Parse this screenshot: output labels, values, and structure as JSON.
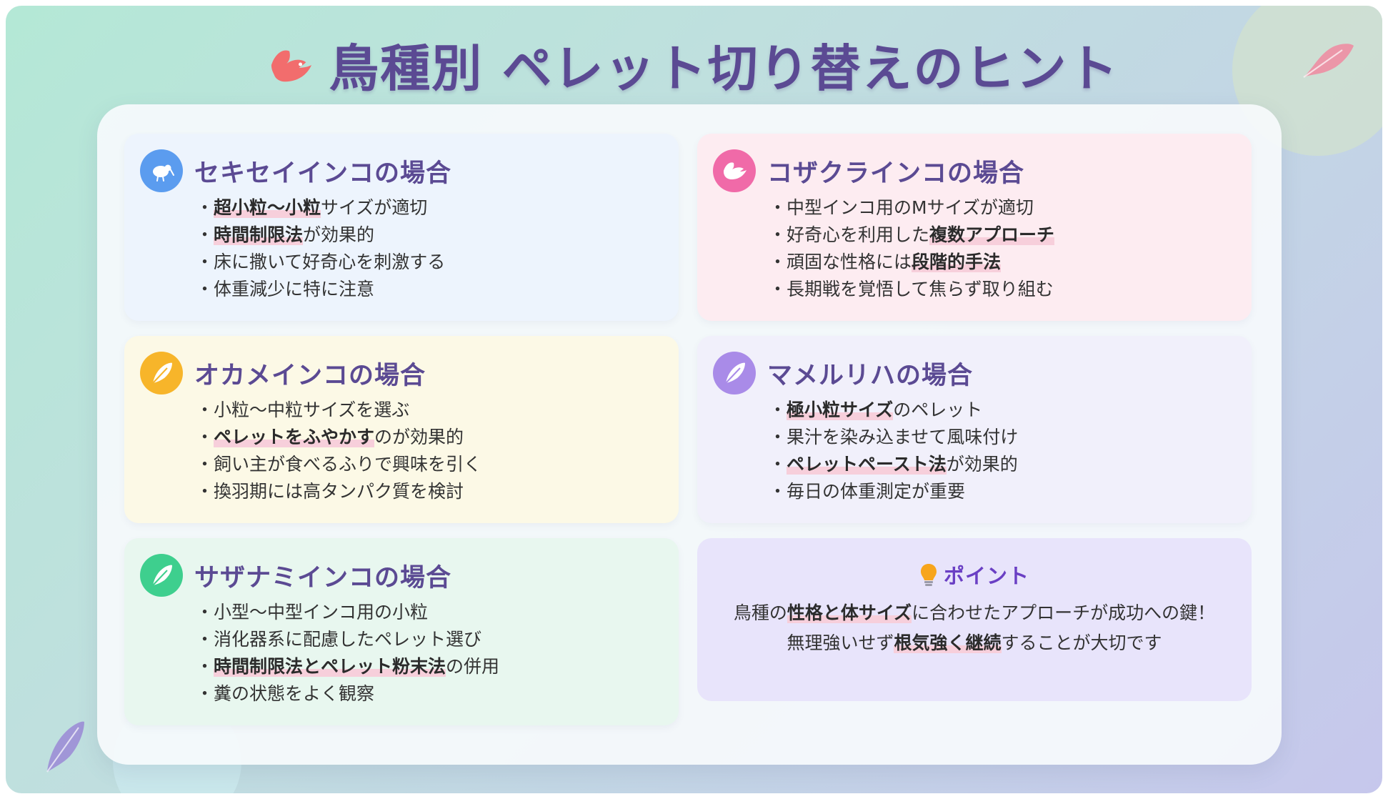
{
  "title": "鳥種別 ペレット切り替えのヒント",
  "title_icon": "dove-icon",
  "colors": {
    "title": "#5b4a93",
    "highlight": "#f7cfdb",
    "point_title": "#6a3fc4"
  },
  "cards": [
    {
      "title": "セキセイインコの場合",
      "icon": "kiwi-bird-icon",
      "icon_color": "#5b9cef",
      "items": [
        {
          "hl": "超小粒〜小粒",
          "rest": "サイズが適切"
        },
        {
          "hl": "時間制限法",
          "rest": "が効果的"
        },
        {
          "pre": "床に撒いて好奇心を刺激する"
        },
        {
          "pre": "体重減少に特に注意"
        }
      ]
    },
    {
      "title": "コザクラインコの場合",
      "icon": "dove-icon",
      "icon_color": "#f06aa8",
      "items": [
        {
          "pre": "中型インコ用のMサイズが適切"
        },
        {
          "pre": "好奇心を利用した",
          "hl": "複数アプローチ"
        },
        {
          "pre": "頑固な性格には",
          "hl": "段階的手法"
        },
        {
          "pre": "長期戦を覚悟して焦らず取り組む"
        }
      ]
    },
    {
      "title": "オカメインコの場合",
      "icon": "feather-icon",
      "icon_color": "#f7b52a",
      "items": [
        {
          "pre": "小粒〜中粒サイズを選ぶ"
        },
        {
          "hl": "ペレットをふやかす",
          "rest": "のが効果的"
        },
        {
          "pre": "飼い主が食べるふりで興味を引く"
        },
        {
          "pre": "換羽期には高タンパク質を検討"
        }
      ]
    },
    {
      "title": "マメルリハの場合",
      "icon": "feather-icon",
      "icon_color": "#a98be8",
      "items": [
        {
          "hl": "極小粒サイズ",
          "rest": "のペレット"
        },
        {
          "pre": "果汁を染み込ませて風味付け"
        },
        {
          "hl": "ペレットペースト法",
          "rest": "が効果的"
        },
        {
          "pre": "毎日の体重測定が重要"
        }
      ]
    },
    {
      "title": "サザナミインコの場合",
      "icon": "feather-icon",
      "icon_color": "#3ecf8e",
      "items": [
        {
          "pre": "小型〜中型インコ用の小粒"
        },
        {
          "pre": "消化器系に配慮したペレット選び"
        },
        {
          "hl": "時間制限法とペレット粉末法",
          "rest": "の併用"
        },
        {
          "pre": "糞の状態をよく観察"
        }
      ]
    }
  ],
  "point": {
    "icon": "lightbulb-icon",
    "title": "ポイント",
    "line1_pre": "鳥種の",
    "line1_hl": "性格と体サイズ",
    "line1_rest": "に合わせたアプローチが成功への鍵！",
    "line2_pre": "無理強いせず",
    "line2_hl": "根気強く継続",
    "line2_rest": "することが大切です"
  }
}
